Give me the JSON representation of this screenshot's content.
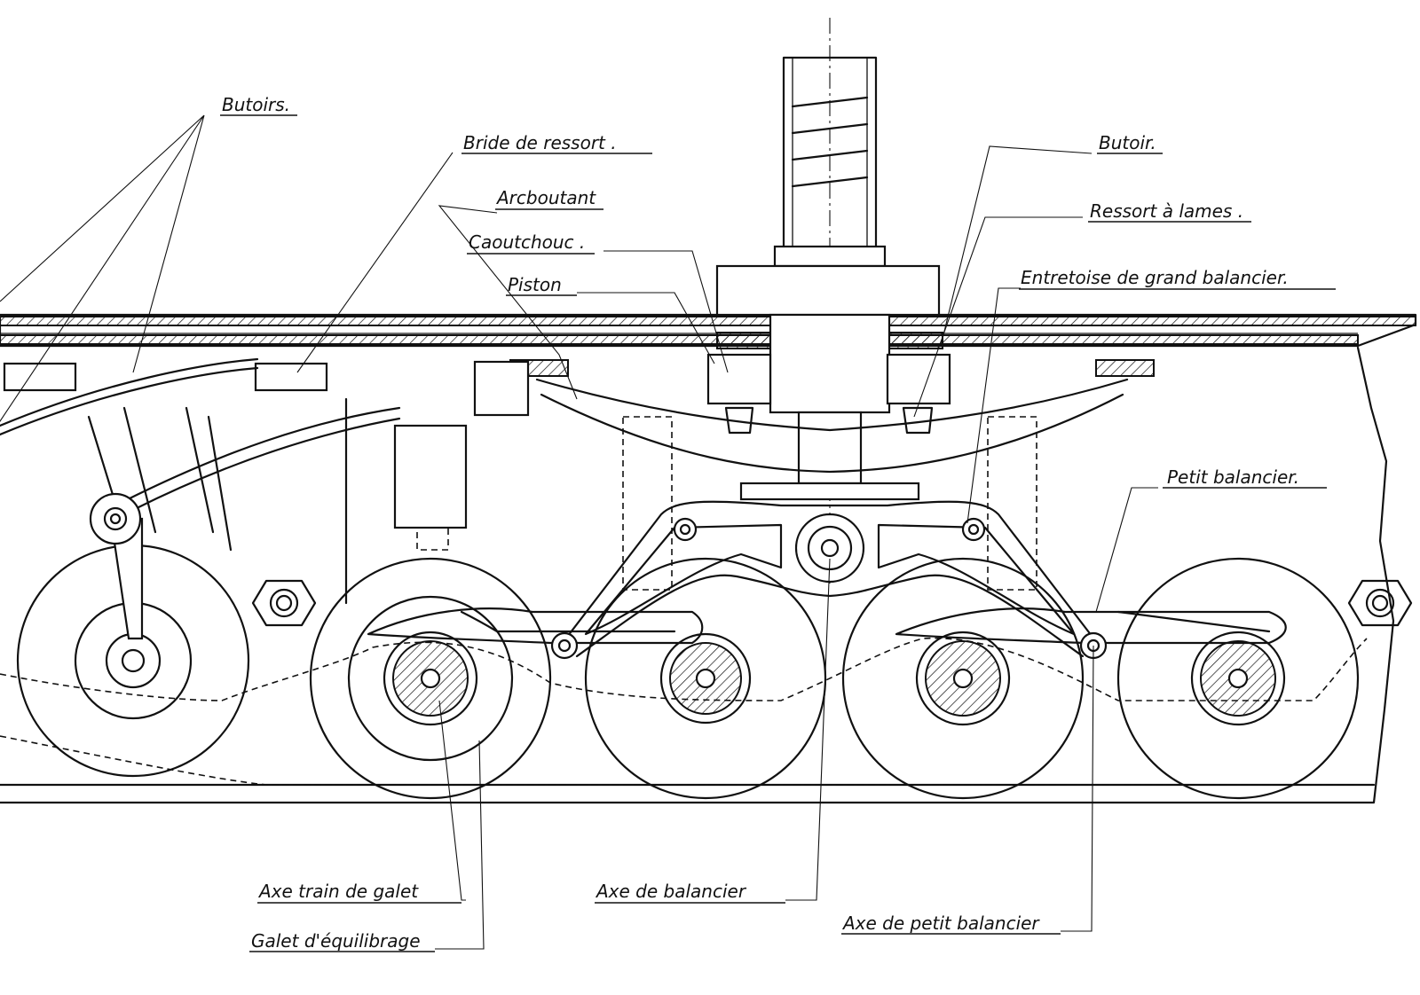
{
  "labels": {
    "butoirs": "Butoirs.",
    "bride_de_ressort": "Bride de ressort .",
    "arcboutant": "Arcboutant",
    "caoutchouc": "Caoutchouc .",
    "piston": "Piston",
    "butoir": "Butoir.",
    "ressort_a_lames": "Ressort à lames .",
    "entretoise": "Entretoise de grand balancier.",
    "petit_balancier": "Petit balancier.",
    "axe_train_de_galet": "Axe train de galet",
    "galet_equilibrage": "Galet d'équilibrage",
    "axe_de_balancier": "Axe de balancier",
    "axe_de_petit_balancier": "Axe de petit balancier"
  },
  "colors": {
    "ink": "#111111",
    "paper": "#ffffff"
  }
}
